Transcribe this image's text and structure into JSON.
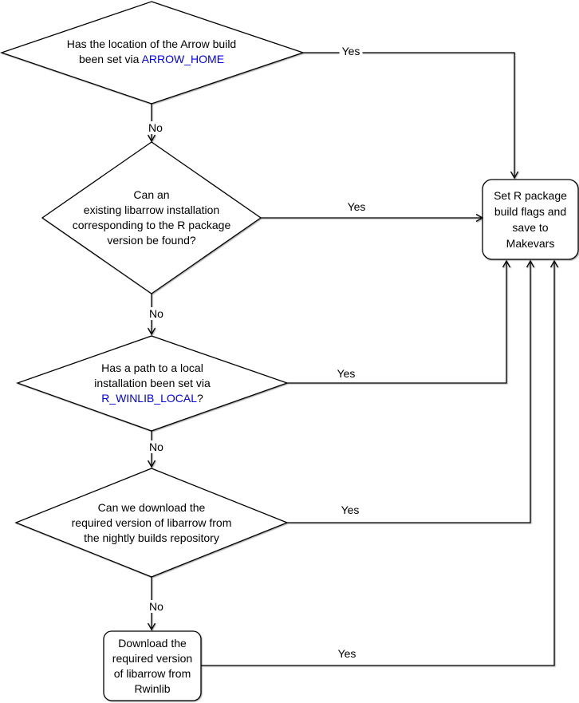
{
  "colors": {
    "link": "#0000EE",
    "line": "#000000",
    "shape_fill": "#FFFFFF"
  },
  "nodes": {
    "d1": {
      "type": "decision",
      "line1": "Has the location of the Arrow build",
      "line2_prefix": "been set via ",
      "env_var": "ARROW_HOME"
    },
    "d2": {
      "type": "decision",
      "line1": "Can an",
      "line2": "existing libarrow installation",
      "line3": "corresponding to the R package",
      "line4": "version be found?"
    },
    "d3": {
      "type": "decision",
      "line1": "Has a path to a local",
      "line2": "installation been set via",
      "env_var": "R_WINLIB_LOCAL",
      "suffix": "?"
    },
    "d4": {
      "type": "decision",
      "line1": "Can we download the",
      "line2": "required version of libarrow from",
      "line3": "the nightly builds repository"
    },
    "makevars": {
      "type": "process",
      "line1": "Set R package",
      "line2": "build flags and",
      "line3": "save to",
      "line4": "Makevars"
    },
    "rwinlib": {
      "type": "process",
      "line1": "Download the",
      "line2": "required version",
      "line3": "of libarrow from",
      "line4": "Rwinlib"
    }
  },
  "edges": {
    "d1_yes": "Yes",
    "d1_no": "No",
    "d2_yes": "Yes",
    "d2_no": "No",
    "d3_yes": "Yes",
    "d3_no": "No",
    "d4_yes": "Yes",
    "d4_no": "No",
    "rwinlib_yes": "Yes"
  }
}
